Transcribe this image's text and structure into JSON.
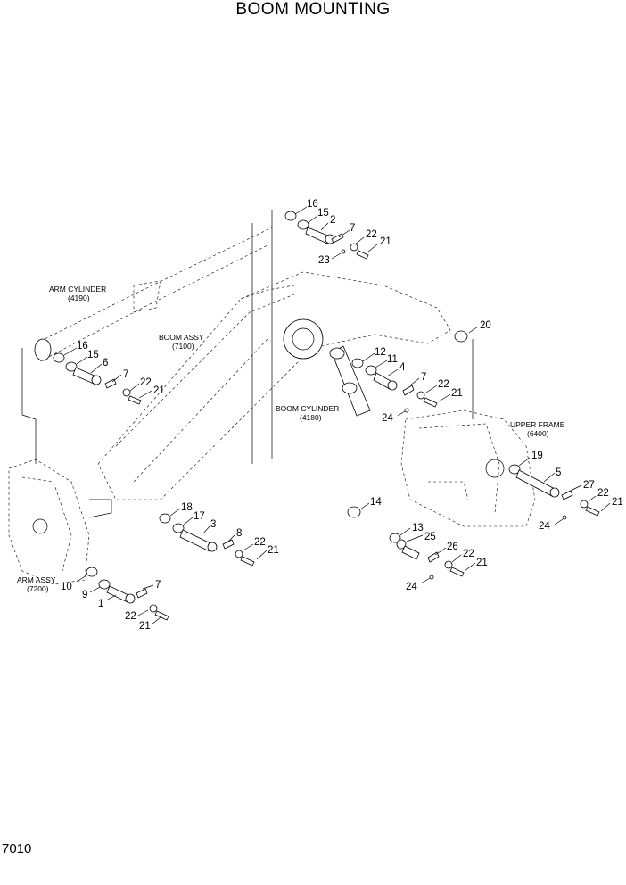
{
  "title": "BOOM MOUNTING",
  "page_code": "7010",
  "assemblies": {
    "arm_cylinder": [
      "ARM CYLINDER",
      "(4190)"
    ],
    "boom_assy": [
      "BOOM ASSY",
      "(7100)"
    ],
    "boom_cylinder": [
      "BOOM CYLINDER",
      "(4180)"
    ],
    "upper_frame": [
      "UPPER FRAME",
      "(6400)"
    ],
    "arm_assy": [
      "ARM ASSY",
      "(7200)"
    ]
  },
  "callouts": [
    "16",
    "15",
    "2",
    "7",
    "22",
    "21",
    "23",
    "20",
    "16",
    "15",
    "6",
    "7",
    "22",
    "21",
    "12",
    "11",
    "4",
    "7",
    "22",
    "21",
    "24",
    "19",
    "5",
    "27",
    "22",
    "21",
    "24",
    "14",
    "13",
    "25",
    "26",
    "22",
    "21",
    "24",
    "18",
    "17",
    "3",
    "8",
    "22",
    "21",
    "10",
    "9",
    "1",
    "7",
    "22",
    "21"
  ]
}
